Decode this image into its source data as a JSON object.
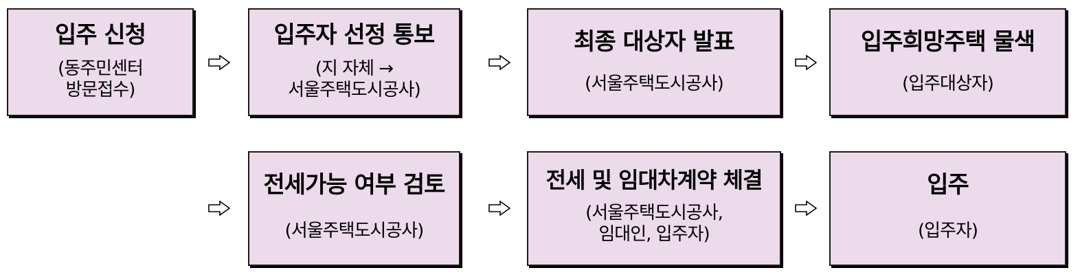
{
  "steps": [
    {
      "title": "입주 신청",
      "sub": "(동주민센터\n방문접수)"
    },
    {
      "title": "입주자 선정 통보",
      "sub": "(지 자체  →\n서울주택도시공사)"
    },
    {
      "title": "최종 대상자 발표",
      "sub": "(서울주택도시공사)"
    },
    {
      "title": "입주희망주택 물색",
      "sub": "(입주대상자)"
    },
    {
      "title": "전세가능 여부 검토",
      "sub": "(서울주택도시공사)"
    },
    {
      "title": "전세 및 임대차계약 체결",
      "sub": "(서울주택도시공사,\n임대인, 입주자)"
    },
    {
      "title": "입주",
      "sub": "(입주자)"
    }
  ],
  "colors": {
    "box_fill": "#ecdbeb",
    "border": "#1a1a1a"
  },
  "arrow_icon": "hollow-right-arrow-icon"
}
